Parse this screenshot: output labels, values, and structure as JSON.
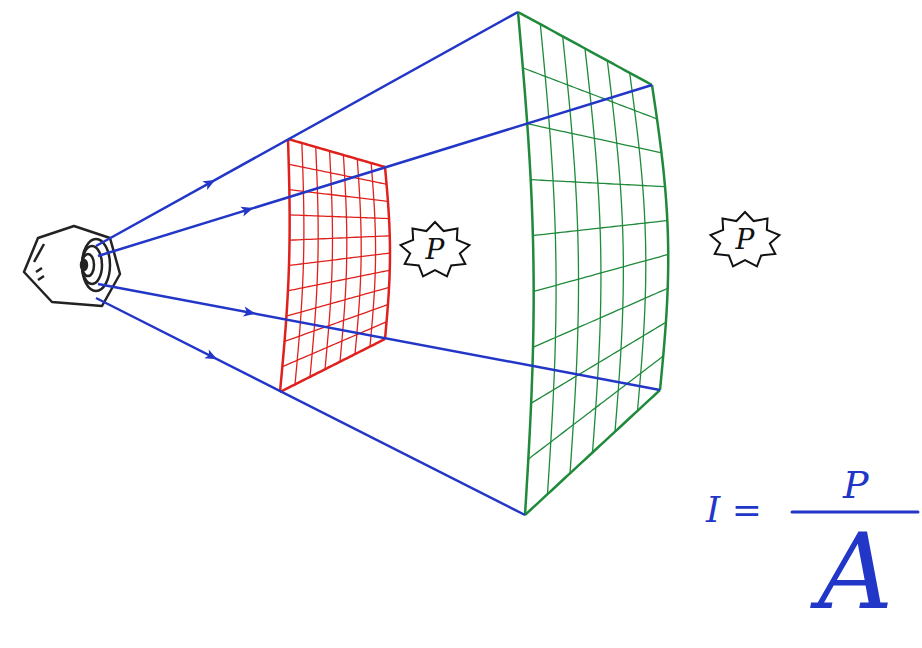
{
  "diagram": {
    "nodes": [
      {
        "text": [
          "P"
        ]
      },
      {
        "text": [
          "P"
        ]
      }
    ],
    "labels": [
      "I =",
      "P",
      "A"
    ]
  }
}
